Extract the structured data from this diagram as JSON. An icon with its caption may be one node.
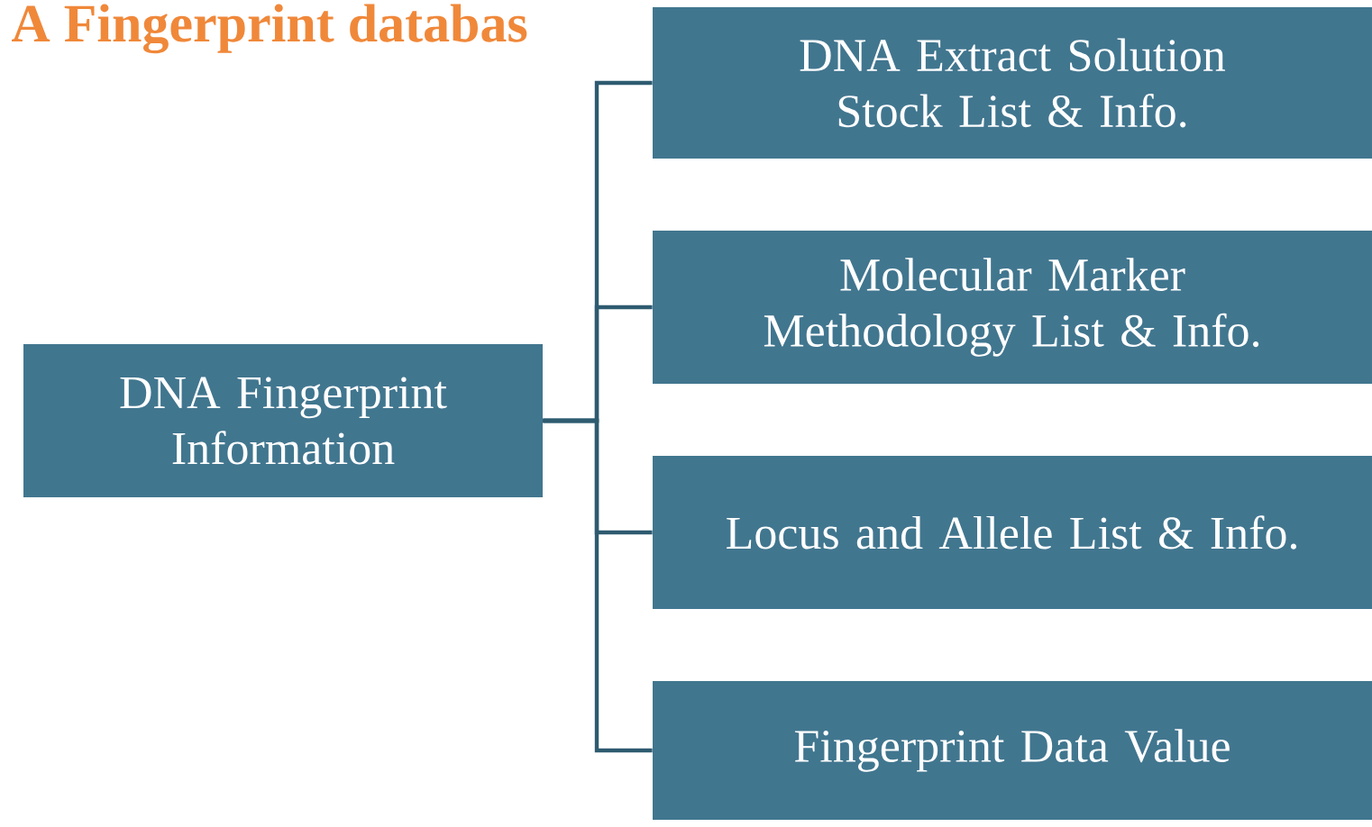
{
  "diagram": {
    "title": "A Fingerprint databas",
    "nodes": [
      {
        "text": [
          "DNA Fingerprint Information"
        ]
      },
      {
        "text": [
          "DNA Extract Solution Stock List & Info."
        ]
      },
      {
        "text": [
          "Molecular Marker Methodology List & Info."
        ]
      },
      {
        "text": [
          "Locus and Allele List & Info."
        ]
      },
      {
        "text": [
          "Fingerprint Data Value"
        ]
      }
    ],
    "edges": [
      {
        "from": 0,
        "to": 1,
        "arrow": "none"
      },
      {
        "from": 0,
        "to": 2,
        "arrow": "none"
      },
      {
        "from": 0,
        "to": 3,
        "arrow": "none"
      },
      {
        "from": 0,
        "to": 4,
        "arrow": "none"
      }
    ]
  }
}
